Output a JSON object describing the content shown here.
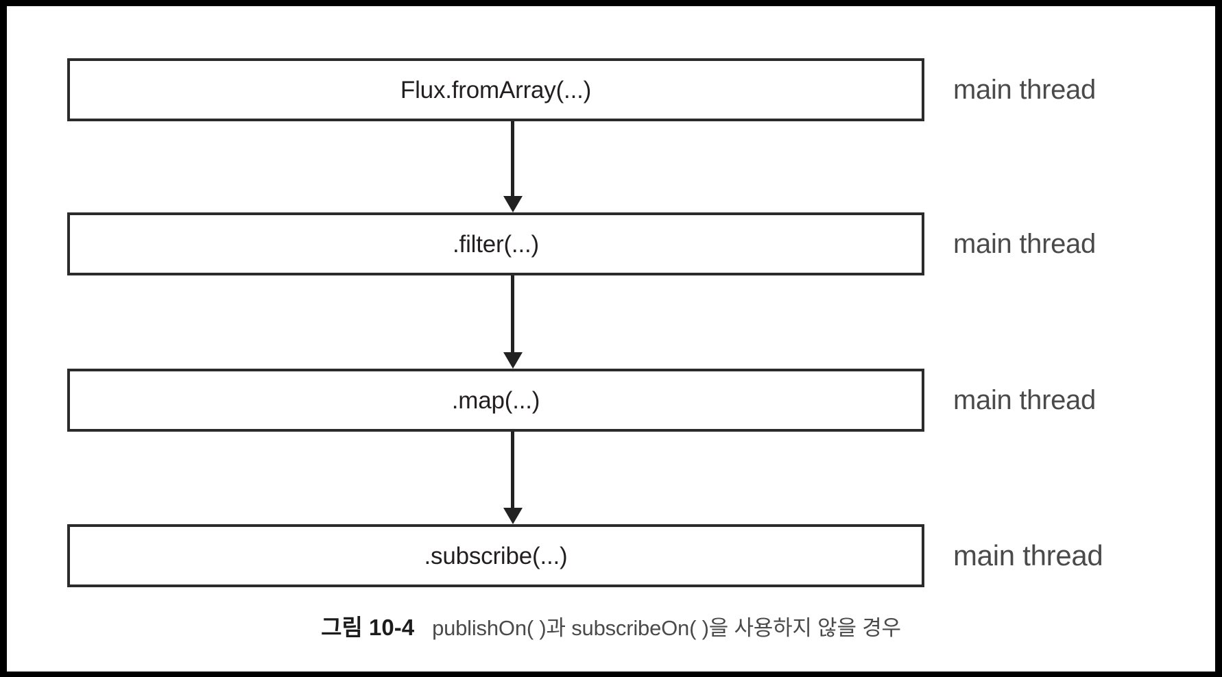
{
  "figure": {
    "caption_number": "그림 10-4",
    "caption_text": "publishOn( )과 subscribeOn( )을 사용하지 않을 경우",
    "frame_color": "#000000",
    "page_color": "#ffffff",
    "box_border_color": "#2b2b2b",
    "box_text_color": "#231f20",
    "thread_label_color": "#4a4a4a",
    "arrow_color": "#222222"
  },
  "pipeline": {
    "stages": [
      {
        "operation": "Flux.fromArray(...)",
        "thread": "main thread",
        "arrow_icon": "arrow-down-icon"
      },
      {
        "operation": ".filter(...)",
        "thread": "main thread",
        "arrow_icon": "arrow-down-icon"
      },
      {
        "operation": ".map(...)",
        "thread": "main thread",
        "arrow_icon": "arrow-down-icon"
      },
      {
        "operation": ".subscribe(...)",
        "thread": "main thread",
        "arrow_icon": null
      }
    ]
  }
}
